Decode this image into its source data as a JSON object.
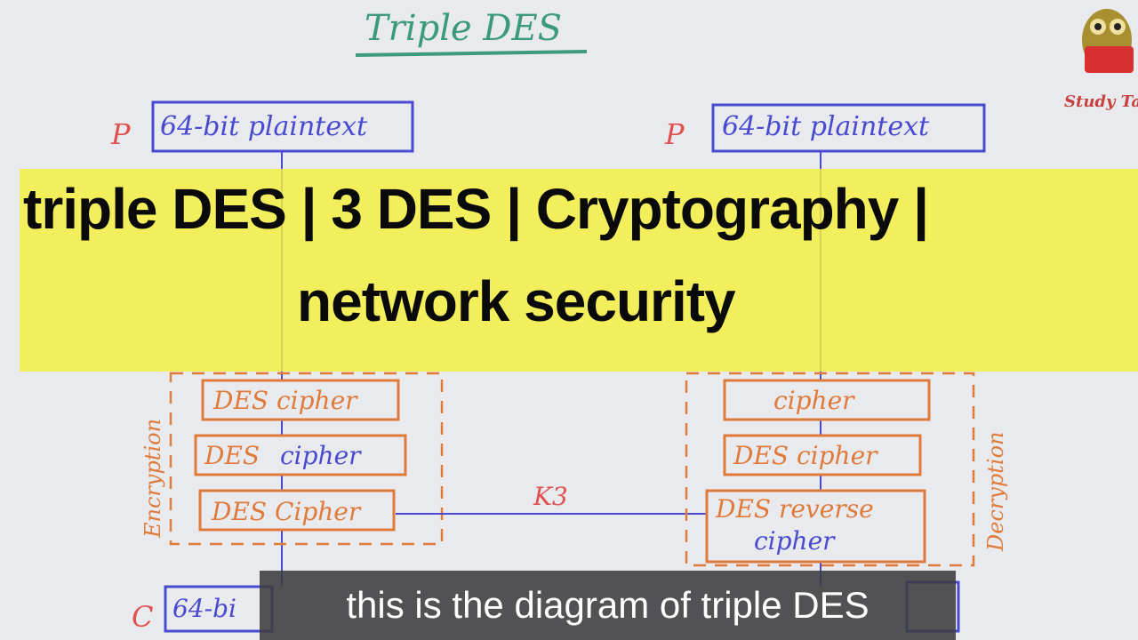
{
  "diagram": {
    "title": "Triple DES",
    "left": {
      "p_label": "P",
      "plaintext_box": "64-bit plaintext",
      "box1": "DES cipher",
      "box2_line1": "DES",
      "box2_line2": "cipher",
      "box3": "DES Cipher",
      "side_label": "Encryption",
      "c_label": "C",
      "ciphertext_box": "64-bi"
    },
    "right": {
      "p_label": "P",
      "plaintext_box": "64-bit plaintext",
      "box1": "cipher",
      "box2": "DES cipher",
      "box3_line1": "DES reverse",
      "box3_line2": "cipher",
      "side_label": "Decryption"
    },
    "key_label": "K3",
    "colors": {
      "blue": "#4a4ad0",
      "orange": "#e07a3a",
      "green": "#5a8a6a"
    }
  },
  "banner": {
    "line1": "triple DES | 3 DES | Cryptography |",
    "line2": "network security",
    "color": "#f5f03c"
  },
  "caption": "this is the diagram of triple DES",
  "logo": {
    "text": "Study Ta",
    "icon": "owl-reading-book-icon"
  }
}
